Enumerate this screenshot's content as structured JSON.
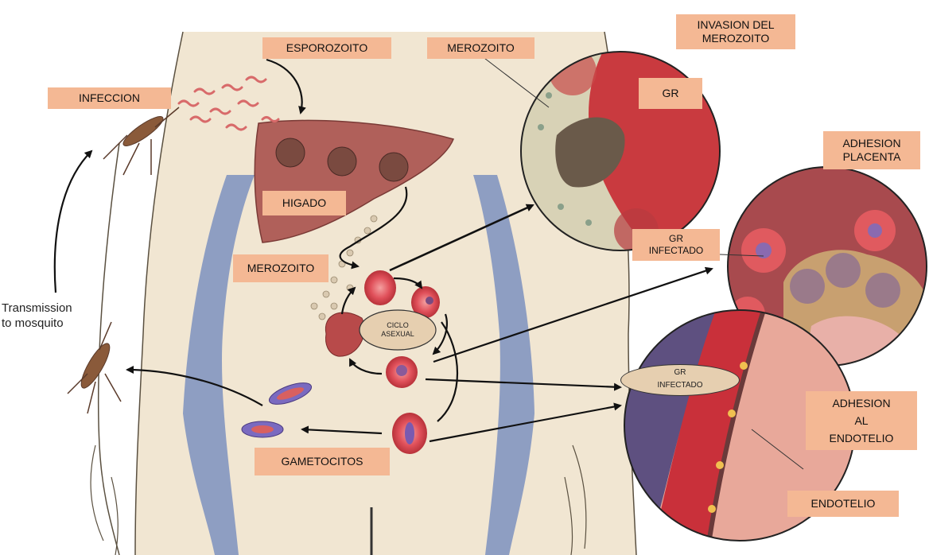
{
  "labels": {
    "esporozoito": "ESPOROZOITO",
    "merozoito_top": "MEROZOITO",
    "invasion": "INVASION DEL\nMEROZOITO",
    "gr": "GR",
    "infeccion": "INFECCION",
    "higado": "HIGADO",
    "adhesion_placenta": "ADHESION\nPLACENTA",
    "gr_infectado_1": "GR\nINFECTADO",
    "merozoito_mid": "MEROZOITO",
    "transmission": "Transmission\nto mosquito",
    "ciclo_asexual": "CICLO\nASEXUAL",
    "gr_infectado_2": "GR\nINFECTADO",
    "adhesion_endotelio": "ADHESION\nAL\nENDOTELIO",
    "gametocitos": "GAMETOCITOS",
    "endotelio": "ENDOTELIO"
  },
  "colors": {
    "label_fill": "#f4b894",
    "skin": "#f1e6d2",
    "body_shadow": "#7d90bf",
    "liver": "#b0605a",
    "red_cell": "#d9434b",
    "placenta_bg": "#a84a4e",
    "vessel_dark": "#5e5080"
  }
}
